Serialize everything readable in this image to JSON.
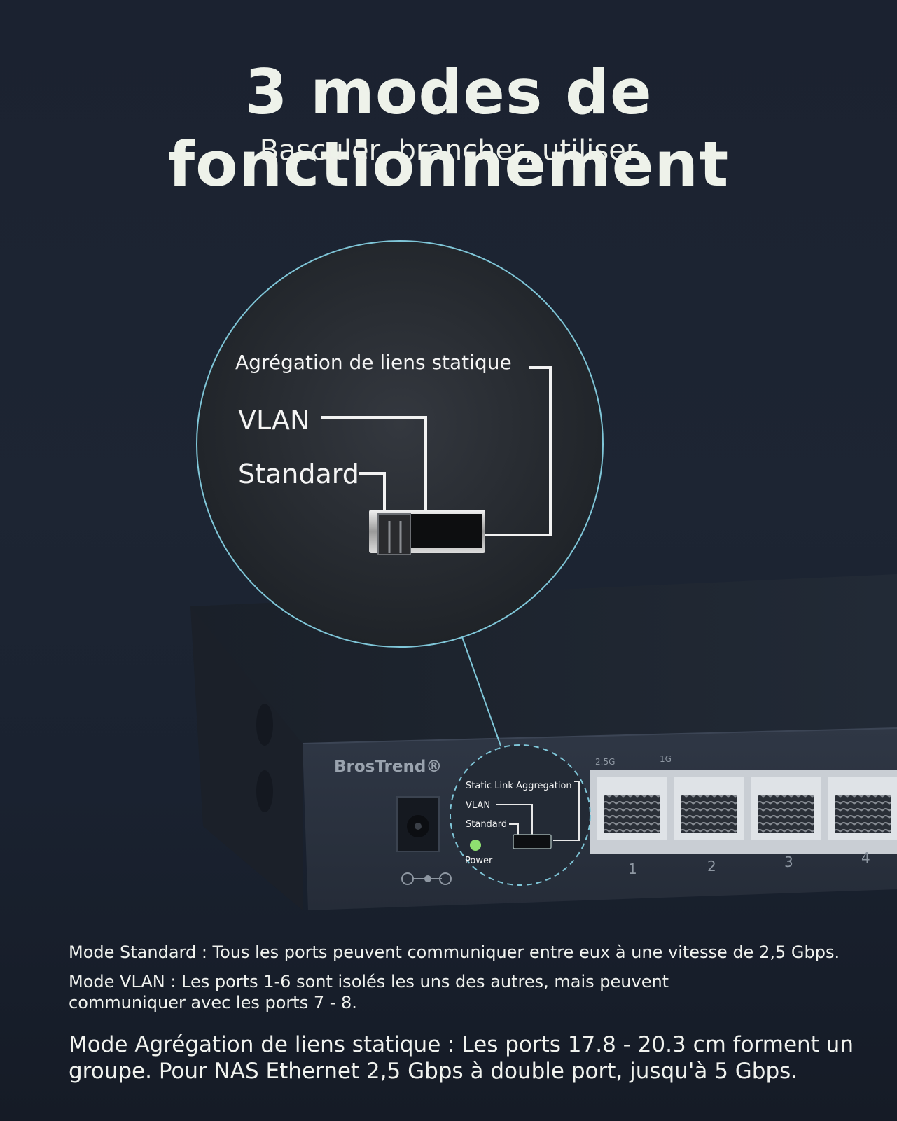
{
  "title": "3 modes de fonctionnement",
  "subtitle": "Basculer, brancher, utiliser",
  "zoom": {
    "static_link": "Agrégation de liens statique",
    "vlan": "VLAN",
    "standard": "Standard"
  },
  "device": {
    "brand": "BrosTrend®",
    "static_link": "Static Link Aggregation",
    "vlan": "VLAN",
    "standard": "Standard",
    "power": "Power",
    "speed_25g": "2.5G",
    "speed_1g": "1G",
    "ports": [
      "1",
      "2",
      "3",
      "4"
    ]
  },
  "descriptions": {
    "standard": "Mode Standard : Tous les ports peuvent communiquer entre eux à une vitesse de 2,5 Gbps.",
    "vlan": "Mode VLAN : Les ports 1-6 sont isolés les uns des autres, mais peuvent communiquer avec les ports 7 - 8.",
    "static_link": "Mode Agrégation de liens statique : Les ports 17.8 - 20.3 cm forment un groupe. Pour NAS Ethernet 2,5 Gbps à double port, jusqu'à 5 Gbps."
  },
  "colors": {
    "background": "#1b2230",
    "accent_line": "#7fc6d8",
    "power_led": "#8fe070"
  }
}
